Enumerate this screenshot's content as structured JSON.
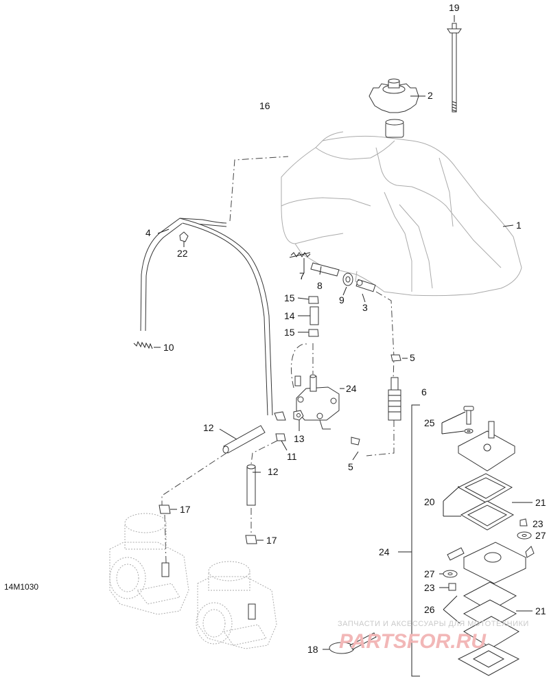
{
  "diagram": {
    "reference_code": "14M1030",
    "callouts": {
      "c1": "1",
      "c2": "2",
      "c3": "3",
      "c4": "4",
      "c5a": "5",
      "c5b": "5",
      "c6": "6",
      "c7": "7",
      "c8": "8",
      "c9": "9",
      "c10": "10",
      "c11": "11",
      "c12a": "12",
      "c12b": "12",
      "c13": "13",
      "c14": "14",
      "c15a": "15",
      "c15b": "15",
      "c16": "16",
      "c17a": "17",
      "c17b": "17",
      "c18": "18",
      "c19": "19",
      "c20": "20",
      "c21a": "21",
      "c21b": "21",
      "c22": "22",
      "c23a": "23",
      "c23b": "23",
      "c24a": "24",
      "c24b": "24",
      "c25": "25",
      "c26": "26",
      "c27a": "27",
      "c27b": "27"
    }
  },
  "watermark": {
    "line1": "ЗАПЧАСТИ И АКСЕССУАРЫ ДЛЯ МОТОТЕХНИКИ",
    "line2": "PARTSFOR.RU"
  }
}
